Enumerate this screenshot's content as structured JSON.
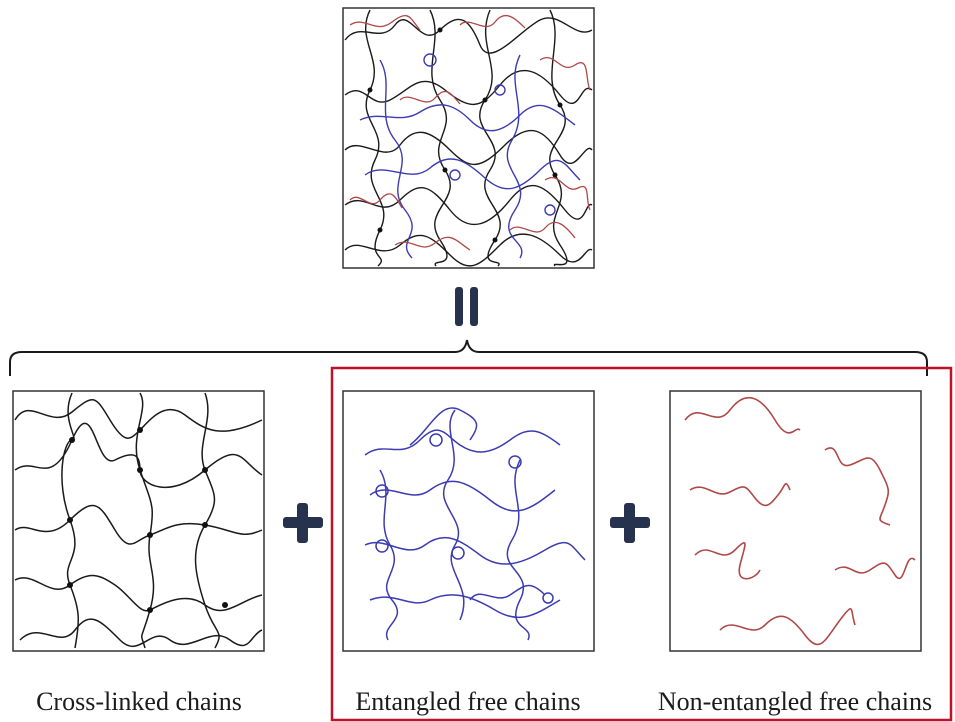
{
  "diagram": {
    "panels": {
      "combined": {
        "description_name": "full-network"
      },
      "crosslinked": {
        "label": "Cross-linked chains"
      },
      "entangled": {
        "label": "Entangled free chains"
      },
      "nonentangled": {
        "label": "Non-entangled free chains"
      }
    },
    "operators": {
      "equals": "=",
      "plus": "+"
    },
    "colors": {
      "crosslinked_chain": "#1a1a1a",
      "entangled_chain": "#3b3bb3",
      "nonentangled_chain": "#b04848",
      "highlight_box": "#c0102a",
      "operator": "#26324e",
      "frame": "#333333"
    }
  }
}
